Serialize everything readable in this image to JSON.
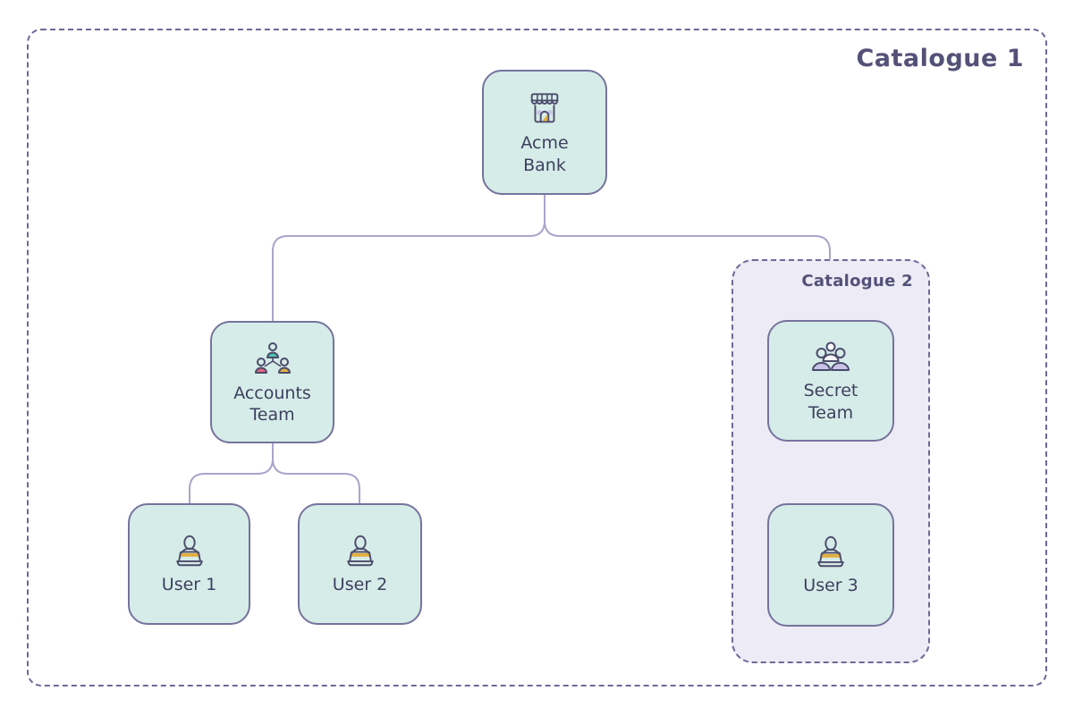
{
  "catalogue1": {
    "label": "Catalogue 1"
  },
  "catalogue2": {
    "label": "Catalogue 2"
  },
  "nodes": {
    "acme_bank": {
      "label": "Acme\nBank",
      "icon": "storefront-icon"
    },
    "accounts_team": {
      "label": "Accounts\nTeam",
      "icon": "org-hierarchy-icon"
    },
    "user_1": {
      "label": "User 1",
      "icon": "person-laptop-icon"
    },
    "user_2": {
      "label": "User 2",
      "icon": "person-laptop-icon"
    },
    "secret_team": {
      "label": "Secret\nTeam",
      "icon": "people-group-icon"
    },
    "user_3": {
      "label": "User 3",
      "icon": "person-laptop-icon"
    }
  },
  "colors": {
    "node_fill": "#d6ece8",
    "node_border": "#75739d",
    "dash_border": "#6c6a96",
    "label_color": "#545178",
    "text_color": "#3d3f5f",
    "connector": "#a8a5cb",
    "cat2_fill": "#ecebf6",
    "gold": "#e3ae3d",
    "teal": "#4fc4ae",
    "pink": "#e4677b",
    "yellow": "#e0b23e",
    "lavender": "#c9c3e8",
    "icon_stroke": "#4b4b6b",
    "white_fill": "#f9f8fd"
  }
}
